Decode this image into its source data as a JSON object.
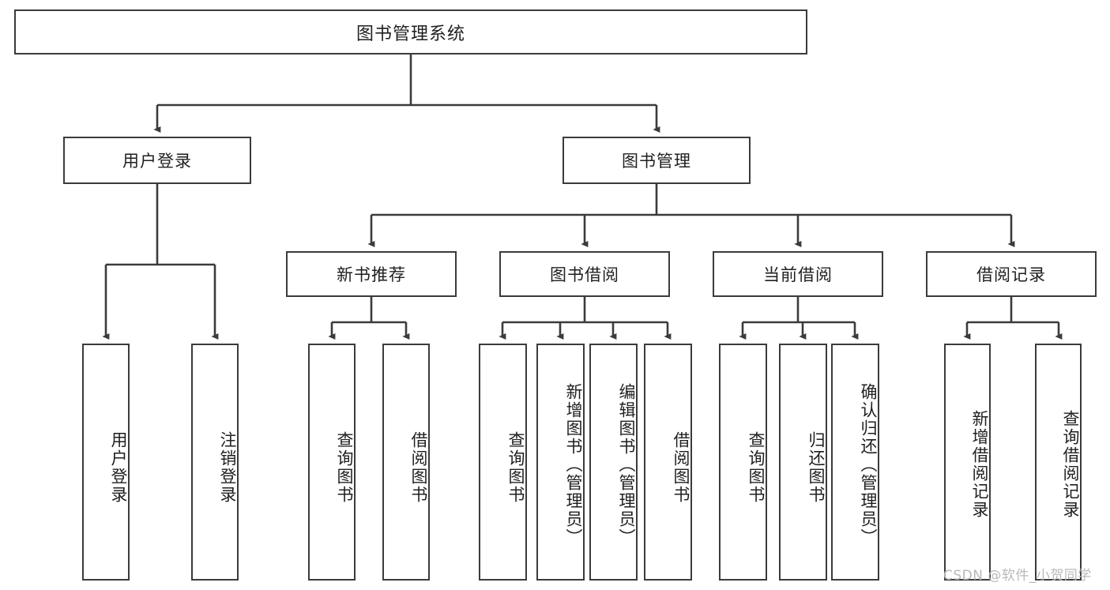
{
  "diagram": {
    "type": "tree",
    "title": "图书管理系统",
    "root": {
      "label": "图书管理系统"
    },
    "level2": [
      {
        "label": "用户登录"
      },
      {
        "label": "图书管理"
      }
    ],
    "level3": [
      {
        "label": "新书推荐"
      },
      {
        "label": "图书借阅"
      },
      {
        "label": "当前借阅"
      },
      {
        "label": "借阅记录"
      }
    ],
    "leaves": {
      "user_login": [
        {
          "label": "用户登录"
        },
        {
          "label": "注销登录"
        }
      ],
      "new_book_recommend": [
        {
          "label": "查询图书"
        },
        {
          "label": "借阅图书"
        }
      ],
      "book_borrow": [
        {
          "label": "查询图书"
        },
        {
          "label": "新增图书（管理员）"
        },
        {
          "label": "编辑图书（管理员）"
        },
        {
          "label": "借阅图书"
        }
      ],
      "current_borrow": [
        {
          "label": "查询图书"
        },
        {
          "label": "归还图书"
        },
        {
          "label": "确认归还（管理员）"
        }
      ],
      "borrow_record": [
        {
          "label": "新增借阅记录"
        },
        {
          "label": "查询借阅记录"
        }
      ]
    }
  },
  "watermark": {
    "text": "CSDN @软件_小贺同学"
  },
  "colors": {
    "border": "#3b3b3b",
    "text": "#1f1f1f",
    "background": "#ffffff",
    "watermark": "#b9b9b9"
  }
}
